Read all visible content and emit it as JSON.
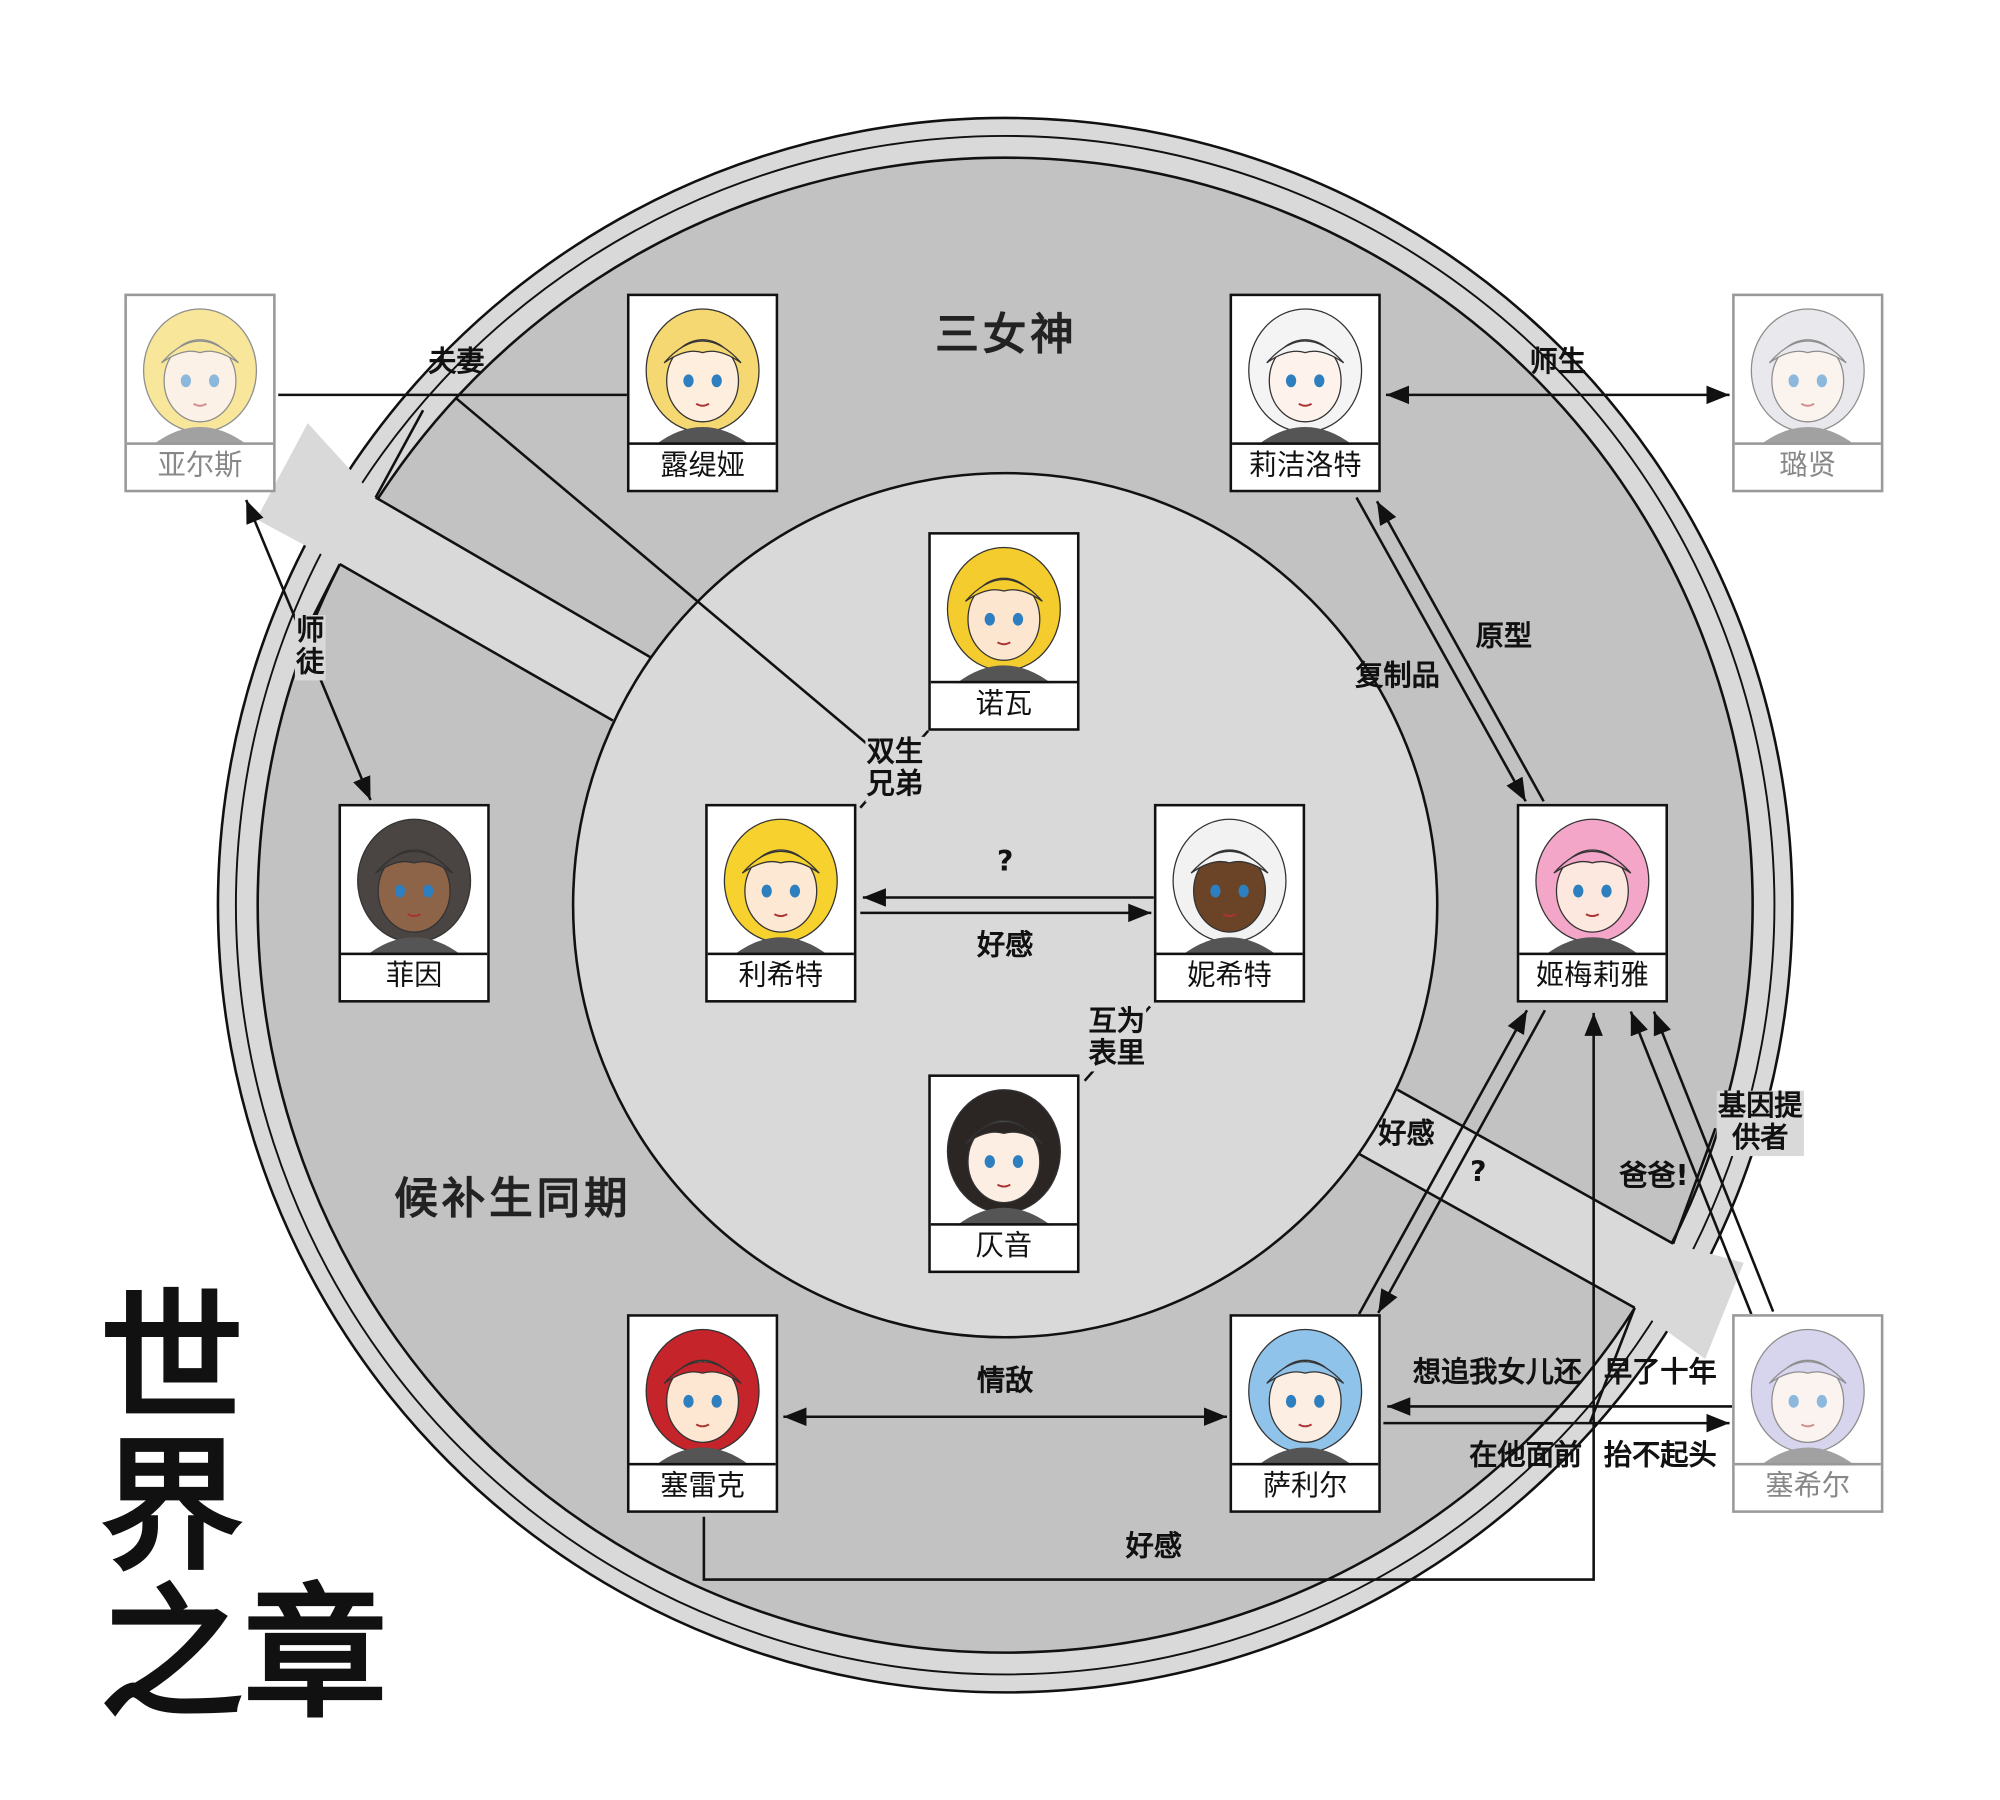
{
  "title_chars": [
    "世",
    "界",
    "之",
    "章"
  ],
  "sections": {
    "goddesses": "三女神",
    "cohort": "候补生同期"
  },
  "characters": [
    {
      "id": "ars",
      "name": "亚尔斯",
      "faded": true,
      "hair": "#f3d34a",
      "skin": "#fbe6d2"
    },
    {
      "id": "lutia",
      "name": "露缇娅",
      "faded": false,
      "hair": "#f6d873",
      "skin": "#fdeede"
    },
    {
      "id": "lijieluote",
      "name": "莉洁洛特",
      "faded": false,
      "hair": "#f4f4f4",
      "skin": "#fdf3ec"
    },
    {
      "id": "luxian",
      "name": "璐贤",
      "faded": true,
      "hair": "#d8d8e0",
      "skin": "#f8eae0"
    },
    {
      "id": "nuowa",
      "name": "诺瓦",
      "faded": false,
      "hair": "#f5cc2e",
      "skin": "#fde6cf"
    },
    {
      "id": "feiyin",
      "name": "菲因",
      "faded": false,
      "hair": "#4a4442",
      "skin": "#8d6448"
    },
    {
      "id": "lixite",
      "name": "利希特",
      "faded": false,
      "hair": "#f7d22e",
      "skin": "#fde8d4"
    },
    {
      "id": "nixite",
      "name": "妮希特",
      "faded": false,
      "hair": "#f2f2f2",
      "skin": "#6b4428"
    },
    {
      "id": "jimeiliya",
      "name": "姬梅莉雅",
      "faded": false,
      "hair": "#f3a6c8",
      "skin": "#fde8df"
    },
    {
      "id": "zeyin",
      "name": "仄音",
      "faded": false,
      "hair": "#2b2624",
      "skin": "#fdeee4"
    },
    {
      "id": "saileike",
      "name": "塞雷克",
      "faded": false,
      "hair": "#c4242a",
      "skin": "#fde6d2"
    },
    {
      "id": "salier",
      "name": "萨利尔",
      "faded": false,
      "hair": "#8fc3ea",
      "skin": "#fdeee4"
    },
    {
      "id": "saixier",
      "name": "塞希尔",
      "faded": true,
      "hair": "#b8b4e0",
      "skin": "#f8ebe2"
    }
  ],
  "relations": {
    "fuqi": "夫妻",
    "shisheng": "师生",
    "shitu": "师徒",
    "shuangsheng": "双生兄弟",
    "q1": "?",
    "haogan1": "好感",
    "biaoli": "互为表里",
    "yuanxing": "原型",
    "fuzhipin": "复制品",
    "haogan2": "好感",
    "q2": "?",
    "baba": "爸爸!",
    "jiyin": "基因提供者",
    "qingdi": "情敌",
    "zhui1": "想追我女儿还",
    "zhui2": "早了十年",
    "mian1": "在他面前",
    "mian2": "抬不起头",
    "haogan3": "好感"
  }
}
